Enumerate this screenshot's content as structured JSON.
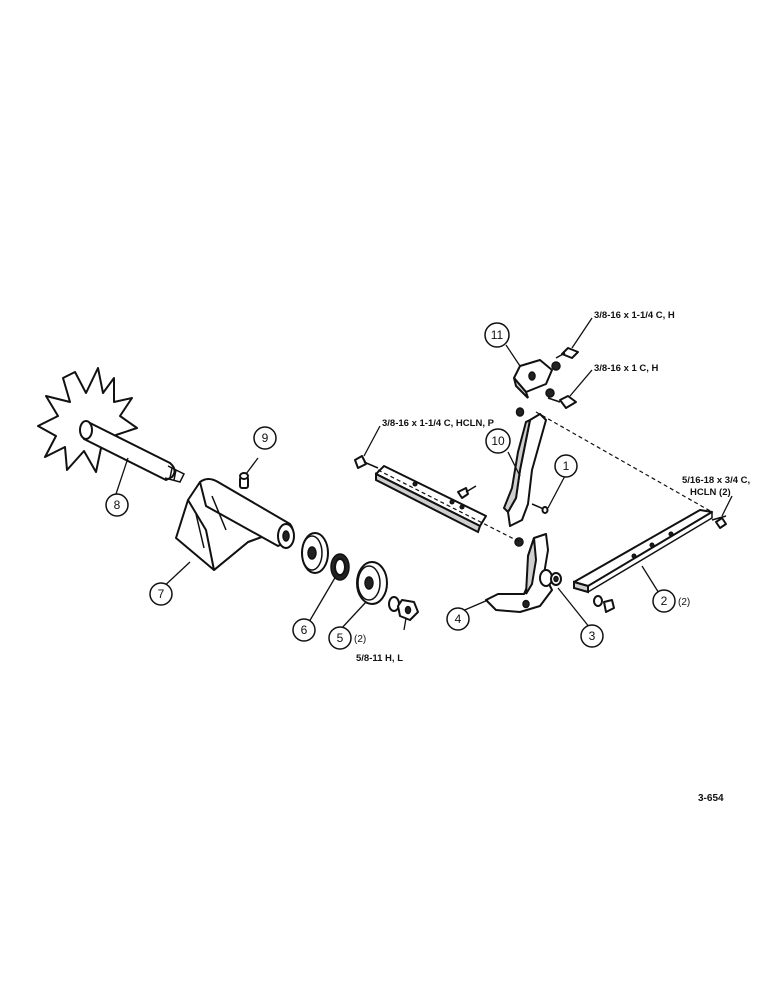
{
  "callouts": {
    "c1": "1",
    "c2": "2",
    "c3": "3",
    "c4": "4",
    "c5": "5",
    "c6": "6",
    "c7": "7",
    "c8": "8",
    "c9": "9",
    "c10": "10",
    "c11": "11"
  },
  "quantities": {
    "q2": "(2)",
    "q5": "(2)"
  },
  "hardware": {
    "bolt_3_8_16_114_ch": "3/8-16 x 1-1/4 C, H",
    "bolt_3_8_16_1_ch": "3/8-16 x 1 C, H",
    "bolt_3_8_16_114_hcln": "3/8-16 x 1-1/4 C, HCLN, P",
    "bolt_5_16_18_line1": "5/16-18 x 3/4 C,",
    "bolt_5_16_18_line2": "HCLN (2)",
    "nut_5_8_11": "5/8-11 H, L"
  },
  "figure_ref": "3-654"
}
